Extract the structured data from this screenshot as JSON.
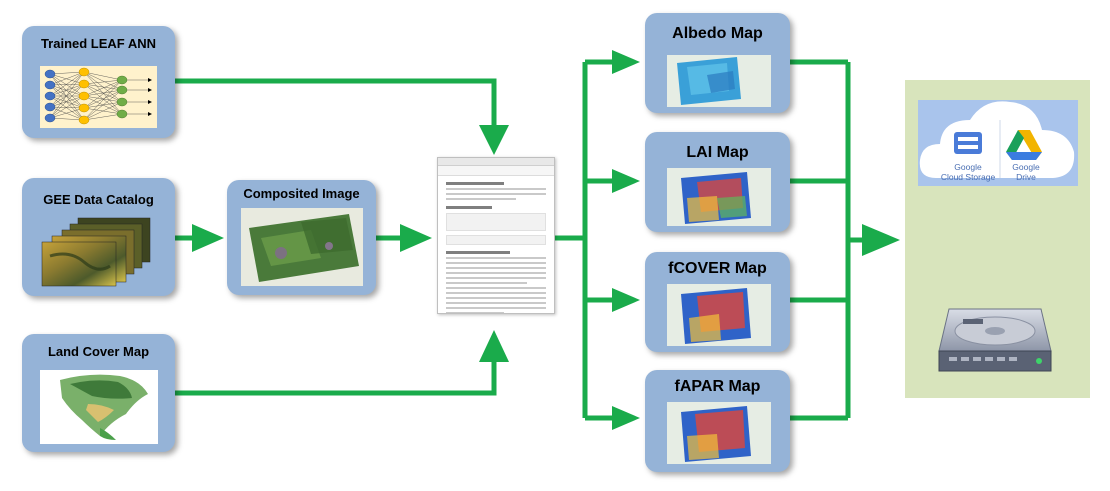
{
  "inputs": {
    "leaf_ann": "Trained LEAF ANN",
    "gee_catalog": "GEE Data Catalog",
    "composited": "Composited Image",
    "land_cover": "Land Cover Map"
  },
  "outputs": {
    "albedo": "Albedo Map",
    "lai": "LAI Map",
    "fcover": "fCOVER Map",
    "fapar": "fAPAR Map"
  },
  "storage": {
    "cloud_storage_line1": "Google",
    "cloud_storage_line2": "Cloud Storage",
    "drive_line1": "Google",
    "drive_line2": "Drive"
  },
  "colors": {
    "arrow": "#1aab4b",
    "box": "#95b3d7",
    "panel": "#d8e4bc"
  }
}
